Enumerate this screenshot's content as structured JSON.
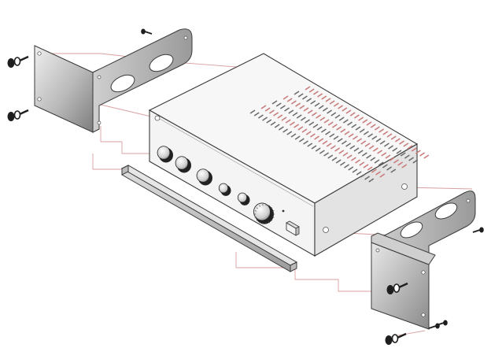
{
  "colors": {
    "outline": "#3a3a3a",
    "guide": "#d9a0a0",
    "vent_dark": "#6b6b6b",
    "vent_red": "#c97a7a",
    "panel": "#f4f4f4",
    "panel_shade": "#e3e3e3",
    "bracket_light": "#dcdcdc",
    "bracket_dark": "#8e8e8e",
    "knob_light": "#f6f6f6",
    "knob_dark": "#222222"
  },
  "parts": [
    {
      "name": "amplifier-chassis",
      "icon": "amplifier-icon"
    },
    {
      "name": "left-rack-bracket",
      "icon": "rack-bracket-icon"
    },
    {
      "name": "right-rack-bracket",
      "icon": "rack-bracket-icon"
    },
    {
      "name": "front-rail",
      "icon": "rail-icon"
    },
    {
      "name": "mounting-screws",
      "icon": "screw-icon",
      "count": 8
    }
  ]
}
